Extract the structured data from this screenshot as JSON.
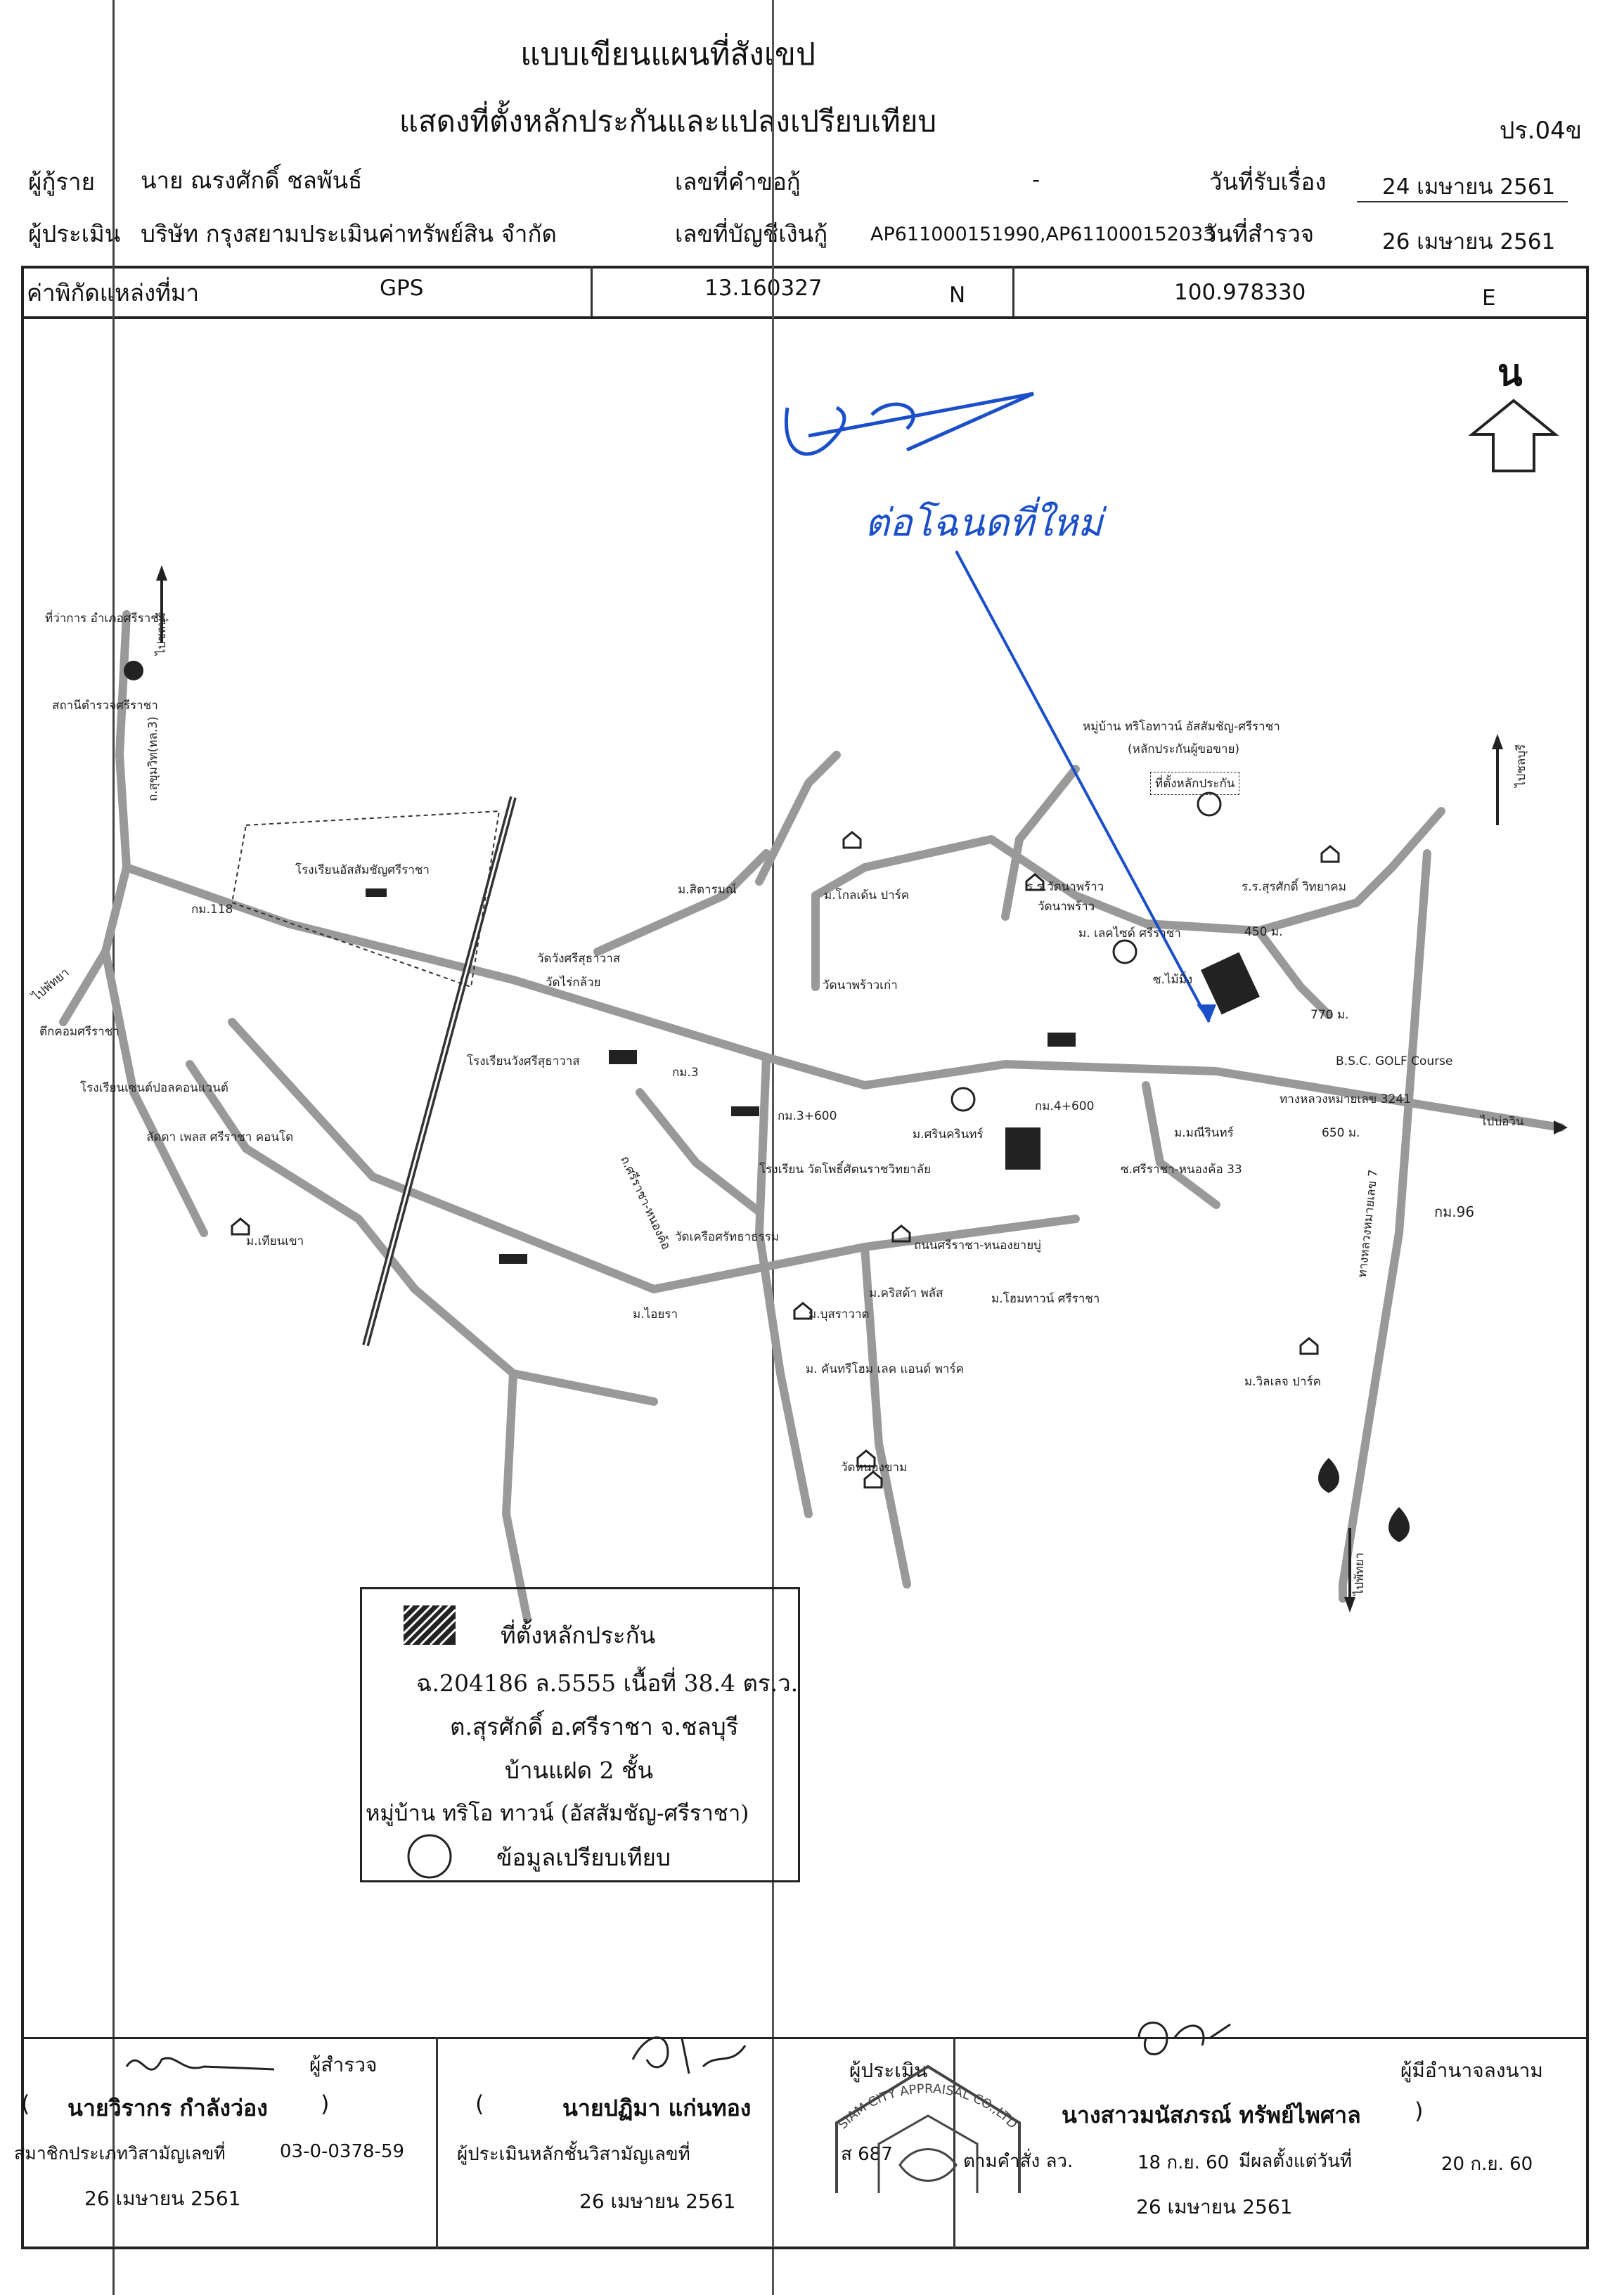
{
  "header": {
    "title_line1": "แบบเขียนแผนที่สังเขป",
    "title_line2": "แสดงที่ตั้งหลักประกันและแปลงเปรียบเทียบ",
    "form_code": "ปร.04ข"
  },
  "info": {
    "borrower_label": "ผู้กู้ราย",
    "borrower_value": "นาย ณรงศักดิ์  ชลพันธ์",
    "request_no_label": "เลขที่คำขอกู้",
    "request_no_value": "-",
    "received_date_label": "วันที่รับเรื่อง",
    "received_date_value": "24 เมษายน 2561",
    "appraiser_label": "ผู้ประเมิน",
    "appraiser_value": "บริษัท กรุงสยามประเมินค่าทรัพย์สิน จำกัด",
    "account_no_label": "เลขที่บัญชีเงินกู้",
    "account_no_value": "AP611000151990,AP611000152033",
    "survey_date_label": "วันที่สำรวจ",
    "survey_date_value": "26 เมษายน 2561"
  },
  "coords": {
    "source_label": "ค่าพิกัดแหล่งที่มา",
    "source_value": "GPS",
    "lat_value": "13.160327",
    "lat_dir": "N",
    "lon_value": "100.978330",
    "lon_dir": "E"
  },
  "map": {
    "north_label": "น",
    "places": {
      "district_office": "ที่ว่าการ อำเภอศรีราชา",
      "police_station": "สถานีตำรวจศรีราชา",
      "sukhumvit_road": "ถ.สุขุมวิท(ทล.3)",
      "to_chonburi": "ไปชลบุรี",
      "km118": "กม.118",
      "assumption_school": "โรงเรียนอัสสัมชัญศรีราชา",
      "to_pattaya_left": "ไปพัทยา",
      "sriracha_building": "ตึกคอมศรีราชา",
      "sena_school": "โรงเรียนเซนต์ปอลคอนแวนต์",
      "condo": "ลัดดา เพลส ศรีราชา คอนโด",
      "m_therngkhao": "ม.เทียนเขา",
      "m_sitaram": "ม.สิตารมณ์",
      "m_golden_park": "ม.โกลเด้น ปาร์ค",
      "wat_rai_kluay": "วัดไร่กล้วย",
      "wat_sriracha": "วัดวังศรีสุธาวาส",
      "wat_napraw": "วัดนาพร้าวเก่า",
      "school_sriracha": "โรงเรียนวังศรีสุธาวาส",
      "km3": "กม.3",
      "km3_600": "กม.3+600",
      "school2": "โรงเรียน วัดโพธิ์ศัตนราชวิทยาลัย",
      "m_srinarin": "ม.ศรินครินทร์",
      "km4_600": "กม.4+600",
      "m_lakeside": "ม. เลคไซด์ ศรีราชา",
      "m_trio": "หมู่บ้าน ทริโอทาวน์ อัสสัมชัญ-ศรีราชา",
      "collateral_note": "(หลักประกันผู้ขอขาย)",
      "collateral_location": "ที่ตั้งหลักประกัน",
      "rr_napraw": "ร.ร.วัดนาพร้าว",
      "wat_napraw2": "วัดนาพร้าว",
      "rr_surasak": "ร.ร.สุรศักดิ์ วิทยาคม",
      "dist_450": "450 ม.",
      "dist_770": "770 ม.",
      "dist_650": "650 ม.",
      "soi_mai_ming": "ซ.ไม้มิ่ง",
      "golf": "B.S.C. GOLF Course",
      "hwy3241": "ทางหลวงหมายเลข 3241",
      "to_bowin": "ไปบ่อวิน",
      "to_chonburi_right": "ไปชลบุรี",
      "m_manirin": "ม.มณีรินทร์",
      "soi33": "ซ.ศรีราชา-หนองค้อ 33",
      "km96": "กม.96",
      "hwy7": "ทางหลวงหมายเลข 7",
      "wat_khroo": "วัดเครือศรัทธาธรรม",
      "road_sriracha_nongyaiboo": "ถนนศรีราชา-หนองยายบู่",
      "m_krisda": "ม.คริสด้า พลัส",
      "m_home_town": "ม.โฮมทาวน์ ศรีราชา",
      "m_butsarat": "ม.บุสราวาต",
      "m_kanthree": "ม. คันทรีโฮม เลค แอนด์ พาร์ค",
      "m_laiyara": "ม.ไอยรา",
      "m_vilage_park": "ม.วิลเลจ ปาร์ค",
      "wat_nong_kham": "วัดหนองขาม",
      "to_pattaya_right": "ไปพัทยา",
      "road_nong_kho": "ถ.ศรีราชา-หนองค้อ"
    },
    "handwritten_note": "ต่อโฉนดที่ใหม่"
  },
  "legend": {
    "collateral_label": "ที่ตั้งหลักประกัน",
    "deed_line": "ฉ.204186 ล.5555  เนื้อที่ 38.4 ตร.ว.",
    "location_line": "ต.สุรศักดิ์  อ.ศรีราชา  จ.ชลบุรี",
    "house_type": "บ้านแฝด 2 ชั้น",
    "village_line": "หมู่บ้าน ทริโอ ทาวน์ (อัสสัมชัญ-ศรีราชา)",
    "comparison_label": "ข้อมูลเปรียบเทียบ"
  },
  "signatures": {
    "surveyor": {
      "role": "ผู้สำรวจ",
      "name": "นายวิรากร  กำลังว่อง",
      "member_label": "สมาชิกประเภทวิสามัญเลขที่",
      "member_no": "03-0-0378-59",
      "date": "26 เมษายน 2561"
    },
    "appraiser": {
      "role": "ผู้ประเมิน",
      "name": "นายปฏิมา  แก่นทอง",
      "member_label": "ผู้ประเมินหลักชั้นวิสามัญเลขที่",
      "member_no": "ส 687",
      "date": "26 เมษายน 2561"
    },
    "authorized": {
      "role": "ผู้มีอำนาจลงนาม",
      "name": "นางสาวมนัสภรณ์  ทรัพย์ไพศาล",
      "order_label": "ตามคำสั่ง ลว.",
      "order_date": "18 ก.ย. 60",
      "effective_label": "มีผลตั้งแต่วันที่",
      "effective_date": "20 ก.ย. 60",
      "date": "26 เมษายน 2561"
    },
    "stamp_text": "SIAM CITY APPRAISAL CO.,LTD."
  }
}
